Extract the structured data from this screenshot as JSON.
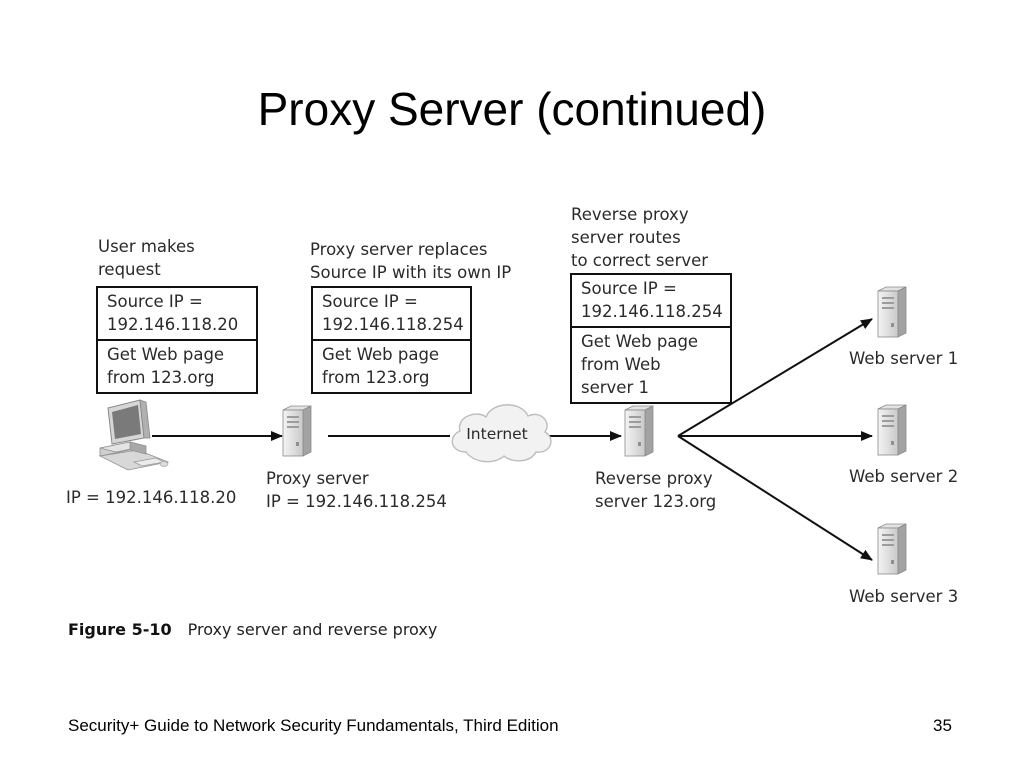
{
  "slide": {
    "title": "Proxy Server (continued)",
    "footer": "Security+ Guide to Network Security Fundamentals, Third Edition",
    "page_number": "35"
  },
  "figure": {
    "number": "Figure 5-10",
    "caption": "Proxy server and reverse proxy"
  },
  "diagram": {
    "client": {
      "caption": [
        "User makes",
        "request"
      ],
      "packet": {
        "source": [
          "Source IP =",
          "192.146.118.20"
        ],
        "request": [
          "Get Web page",
          "from 123.org"
        ]
      },
      "label": "IP = 192.146.118.20"
    },
    "proxy": {
      "caption": [
        "Proxy server replaces",
        "Source IP with its own IP"
      ],
      "packet": {
        "source": [
          "Source IP =",
          "192.146.118.254"
        ],
        "request": [
          "Get Web page",
          "from 123.org"
        ]
      },
      "label": [
        "Proxy server",
        "IP = 192.146.118.254"
      ]
    },
    "internet": {
      "label": "Internet"
    },
    "reverse_proxy": {
      "caption": [
        "Reverse proxy",
        "server routes",
        "to correct server"
      ],
      "packet": {
        "source": [
          "Source IP =",
          "192.146.118.254"
        ],
        "request": [
          "Get Web page",
          "from Web",
          "server 1"
        ]
      },
      "label": [
        "Reverse proxy",
        "server 123.org"
      ]
    },
    "web_servers": [
      "Web server 1",
      "Web server 2",
      "Web server 3"
    ]
  }
}
